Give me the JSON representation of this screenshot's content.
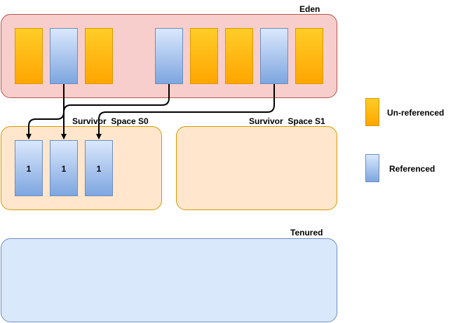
{
  "regions": {
    "eden": "Eden",
    "survivor_s0": "Survivor  Space S0",
    "survivor_s1": "Survivor  Space S1",
    "tenured": "Tenured"
  },
  "eden_blocks": [
    "unreferenced",
    "referenced",
    "unreferenced",
    "referenced",
    "unreferenced",
    "unreferenced",
    "referenced",
    "unreferenced"
  ],
  "survivor_s0_blocks": [
    {
      "kind": "referenced",
      "age": "1"
    },
    {
      "kind": "referenced",
      "age": "1"
    },
    {
      "kind": "referenced",
      "age": "1"
    }
  ],
  "legend": {
    "unreferenced": "Un-referenced",
    "referenced": "Referenced"
  },
  "colors": {
    "eden_fill": "#f8cecc",
    "survivor_fill": "#ffe6cc",
    "tenured_fill": "#dae8fc",
    "unreferenced_fill": "#ffb70f",
    "referenced_fill": "#a9c4ee"
  }
}
